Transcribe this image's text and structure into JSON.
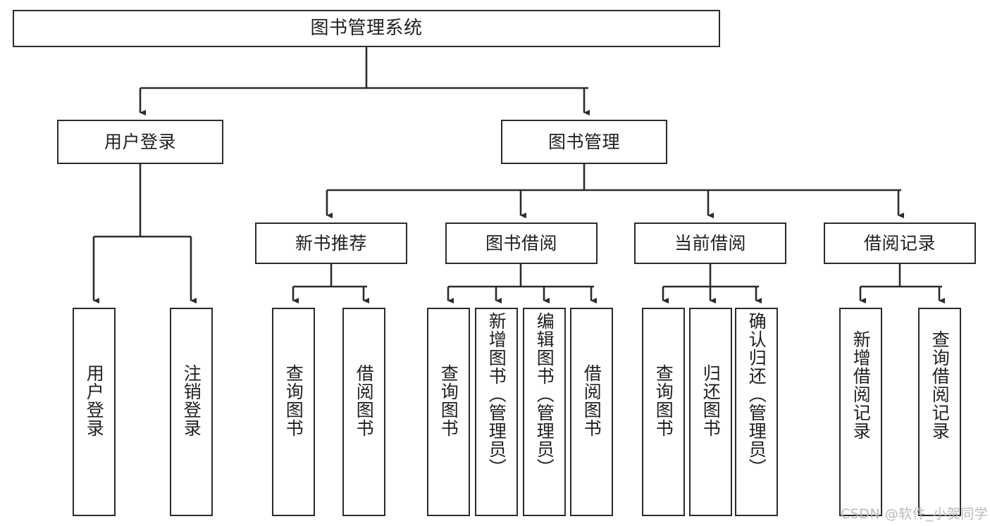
{
  "diagram": {
    "title": "图书管理系统",
    "type": "功能结构图",
    "watermark": "CSDN @软件_小贺同学",
    "colors": {
      "box_border": "#2b2b2b",
      "box_fill": "#ffffff",
      "connector": "#2b2b2b",
      "text": "#1f1f1f",
      "background": "#ffffff",
      "watermark": "#b9b9b9"
    },
    "root": {
      "id": "root",
      "label": "图书管理系统"
    },
    "level1": [
      {
        "id": "user-login",
        "label": "用户登录"
      },
      {
        "id": "book-manage",
        "label": "图书管理"
      }
    ],
    "level2": [
      {
        "id": "new-book-rec",
        "label": "新书推荐",
        "parent": "book-manage"
      },
      {
        "id": "book-borrow",
        "label": "图书借阅",
        "parent": "book-manage"
      },
      {
        "id": "current-borrow",
        "label": "当前借阅",
        "parent": "book-manage"
      },
      {
        "id": "borrow-record",
        "label": "借阅记录",
        "parent": "book-manage"
      }
    ],
    "leaves": {
      "user-login": [
        {
          "id": "leaf-user-login",
          "label": "用户登录"
        },
        {
          "id": "leaf-user-logout",
          "label": "注销登录"
        }
      ],
      "new-book-rec": [
        {
          "id": "leaf-query-book-1",
          "label": "查询图书"
        },
        {
          "id": "leaf-borrow-book-1",
          "label": "借阅图书"
        }
      ],
      "book-borrow": [
        {
          "id": "leaf-query-book-2",
          "label": "查询图书"
        },
        {
          "id": "leaf-add-book",
          "label": "新增图书（管理员）"
        },
        {
          "id": "leaf-edit-book",
          "label": "编辑图书（管理员）"
        },
        {
          "id": "leaf-borrow-book-2",
          "label": "借阅图书"
        }
      ],
      "current-borrow": [
        {
          "id": "leaf-query-book-3",
          "label": "查询图书"
        },
        {
          "id": "leaf-return-book",
          "label": "归还图书"
        },
        {
          "id": "leaf-confirm-return",
          "label": "确认归还（管理员）"
        }
      ],
      "borrow-record": [
        {
          "id": "leaf-add-record",
          "label": "新增借阅记录"
        },
        {
          "id": "leaf-query-record",
          "label": "查询借阅记录"
        }
      ]
    }
  }
}
